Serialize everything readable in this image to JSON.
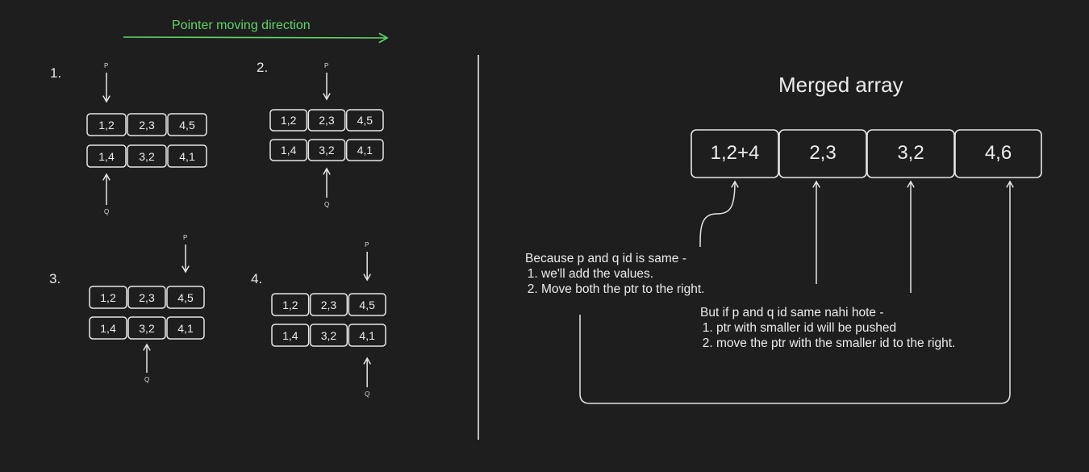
{
  "left_panel": {
    "direction_label": "Pointer moving direction",
    "steps": [
      {
        "number": "1.",
        "p_label": "P",
        "q_label": "Q",
        "top_row": [
          "1,2",
          "2,3",
          "4,5"
        ],
        "bottom_row": [
          "1,4",
          "3,2",
          "4,1"
        ],
        "p_index": 0,
        "q_index": 0
      },
      {
        "number": "2.",
        "p_label": "P",
        "q_label": "Q",
        "top_row": [
          "1,2",
          "2,3",
          "4,5"
        ],
        "bottom_row": [
          "1,4",
          "3,2",
          "4,1"
        ],
        "p_index": 1,
        "q_index": 1
      },
      {
        "number": "3.",
        "p_label": "P",
        "q_label": "Q",
        "top_row": [
          "1,2",
          "2,3",
          "4,5"
        ],
        "bottom_row": [
          "1,4",
          "3,2",
          "4,1"
        ],
        "p_index": 2,
        "q_index": 1
      },
      {
        "number": "4.",
        "p_label": "P",
        "q_label": "Q",
        "top_row": [
          "1,2",
          "2,3",
          "4,5"
        ],
        "bottom_row": [
          "1,4",
          "3,2",
          "4,1"
        ],
        "p_index": 2,
        "q_index": 2
      }
    ]
  },
  "right_panel": {
    "title": "Merged array",
    "merged": [
      "1,2+4",
      "2,3",
      "3,2",
      "4,6"
    ],
    "note_same": {
      "heading": "Because p and q id is same -",
      "items": [
        "we'll add the values.",
        "Move both the ptr to the right."
      ]
    },
    "note_diff": {
      "heading": "But if p and q id same nahi hote -",
      "items": [
        "ptr with smaller id will be pushed",
        "move the ptr with the smaller id to the right."
      ]
    }
  },
  "colors": {
    "background": "#1e1e1e",
    "stroke": "#e6e6e6",
    "accent": "#5fd36a"
  }
}
